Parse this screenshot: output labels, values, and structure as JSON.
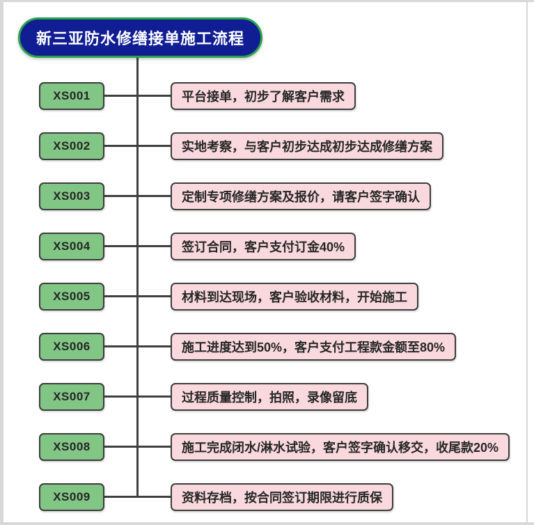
{
  "diagram": {
    "title": "新三亚防水修缮接单施工流程",
    "steps": [
      {
        "code": "XS001",
        "desc": "平台接单，初步了解客户需求"
      },
      {
        "code": "XS002",
        "desc": "实地考察，与客户初步达成初步达成修缮方案"
      },
      {
        "code": "XS003",
        "desc": "定制专项修缮方案及报价，请客户签字确认"
      },
      {
        "code": "XS004",
        "desc": "签订合同，客户支付订金40%"
      },
      {
        "code": "XS005",
        "desc": "材料到达现场，客户验收材料，开始施工"
      },
      {
        "code": "XS006",
        "desc": "施工进度达到50%，客户支付工程款金额至80%"
      },
      {
        "code": "XS007",
        "desc": "过程质量控制，拍照，录像留底"
      },
      {
        "code": "XS008",
        "desc": "施工完成闭水/淋水试验，客户签字确认移交，收尾款20%"
      },
      {
        "code": "XS009",
        "desc": "资料存档，按合同签订期限进行质保"
      }
    ]
  },
  "colors": {
    "title-bg": "#101d93",
    "title-border": "#2aa34b",
    "title-text": "#ffffff",
    "code-box-bg": "#82c685",
    "desc-box-bg": "#f9d9dd",
    "box-border": "#3c3c3c",
    "box-text": "#262626",
    "line": "#3f3f3f",
    "canvas-bg": "#ffffff",
    "edge": "#d8d8d8"
  }
}
